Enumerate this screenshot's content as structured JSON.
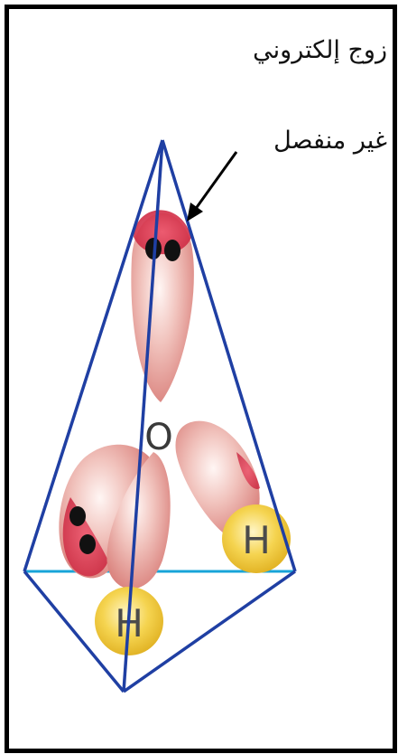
{
  "annotation": {
    "line1": "زوج إلكتروني",
    "line2": "غير منفصل"
  },
  "atoms": {
    "oxygen": "O",
    "hydrogen_right": "H",
    "hydrogen_bottom": "H"
  },
  "colors": {
    "tetrahedron_edge": "#1f3fa3",
    "tetrahedron_base": "#18a4d8",
    "lobe": "#e8a9a3",
    "lobe_dark": "#d9334d",
    "hydrogen": "#f3d24b",
    "electron": "#111111"
  },
  "icons": [
    "arrow-icon",
    "electron-dot-icon"
  ]
}
